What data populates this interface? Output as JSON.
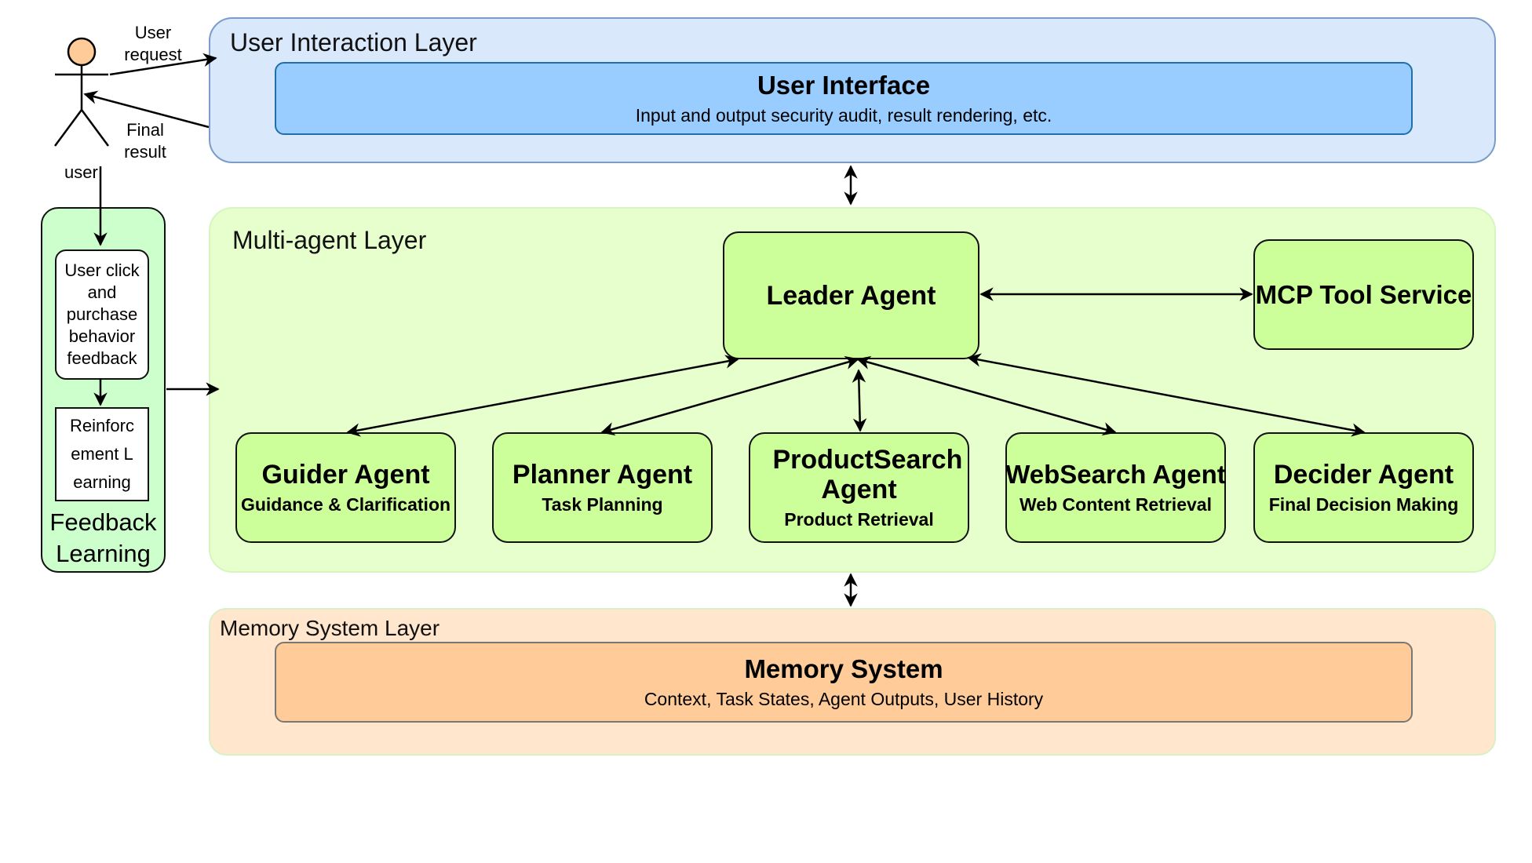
{
  "actor": {
    "name": "user",
    "request_label": [
      "User",
      "request"
    ],
    "result_label": [
      "Final",
      "result"
    ]
  },
  "layers": {
    "interaction": {
      "title": "User Interaction Layer",
      "ui_title": "User Interface",
      "ui_desc": "Input and output security audit, result rendering, etc."
    },
    "multi_agent": {
      "title": "Multi-agent Layer",
      "leader": "Leader Agent",
      "mcp": "MCP Tool Service",
      "agents": [
        {
          "name": "Guider Agent",
          "desc": "Guidance & Clarification"
        },
        {
          "name": "Planner Agent",
          "desc": "Task Planning"
        },
        {
          "name": "ProductSearch Agent",
          "desc": "Product Retrieval"
        },
        {
          "name": "WebSearch Agent",
          "desc": "Web Content Retrieval"
        },
        {
          "name": "Decider Agent",
          "desc": "Final Decision Making"
        }
      ]
    },
    "memory": {
      "title": "Memory System Layer",
      "box_title": "Memory System",
      "box_desc": "Context, Task States, Agent Outputs, User History"
    }
  },
  "feedback": {
    "title": "Feedback Learning",
    "behavior": "User click and purchase behavior feedback",
    "rl": "Reinforcement Learning"
  },
  "colors": {
    "interaction_bg": "#dae8fc",
    "interaction_border": "#6c8ebf",
    "ui_bg": "#99ccff",
    "multi_bg": "#e6ffcc",
    "agent_bg": "#ccff99",
    "memory_bg": "#ffe6cc",
    "memory_box_bg": "#ffcc99",
    "feedback_bg": "#ccffcc",
    "actor_head": "#ffcc99"
  }
}
